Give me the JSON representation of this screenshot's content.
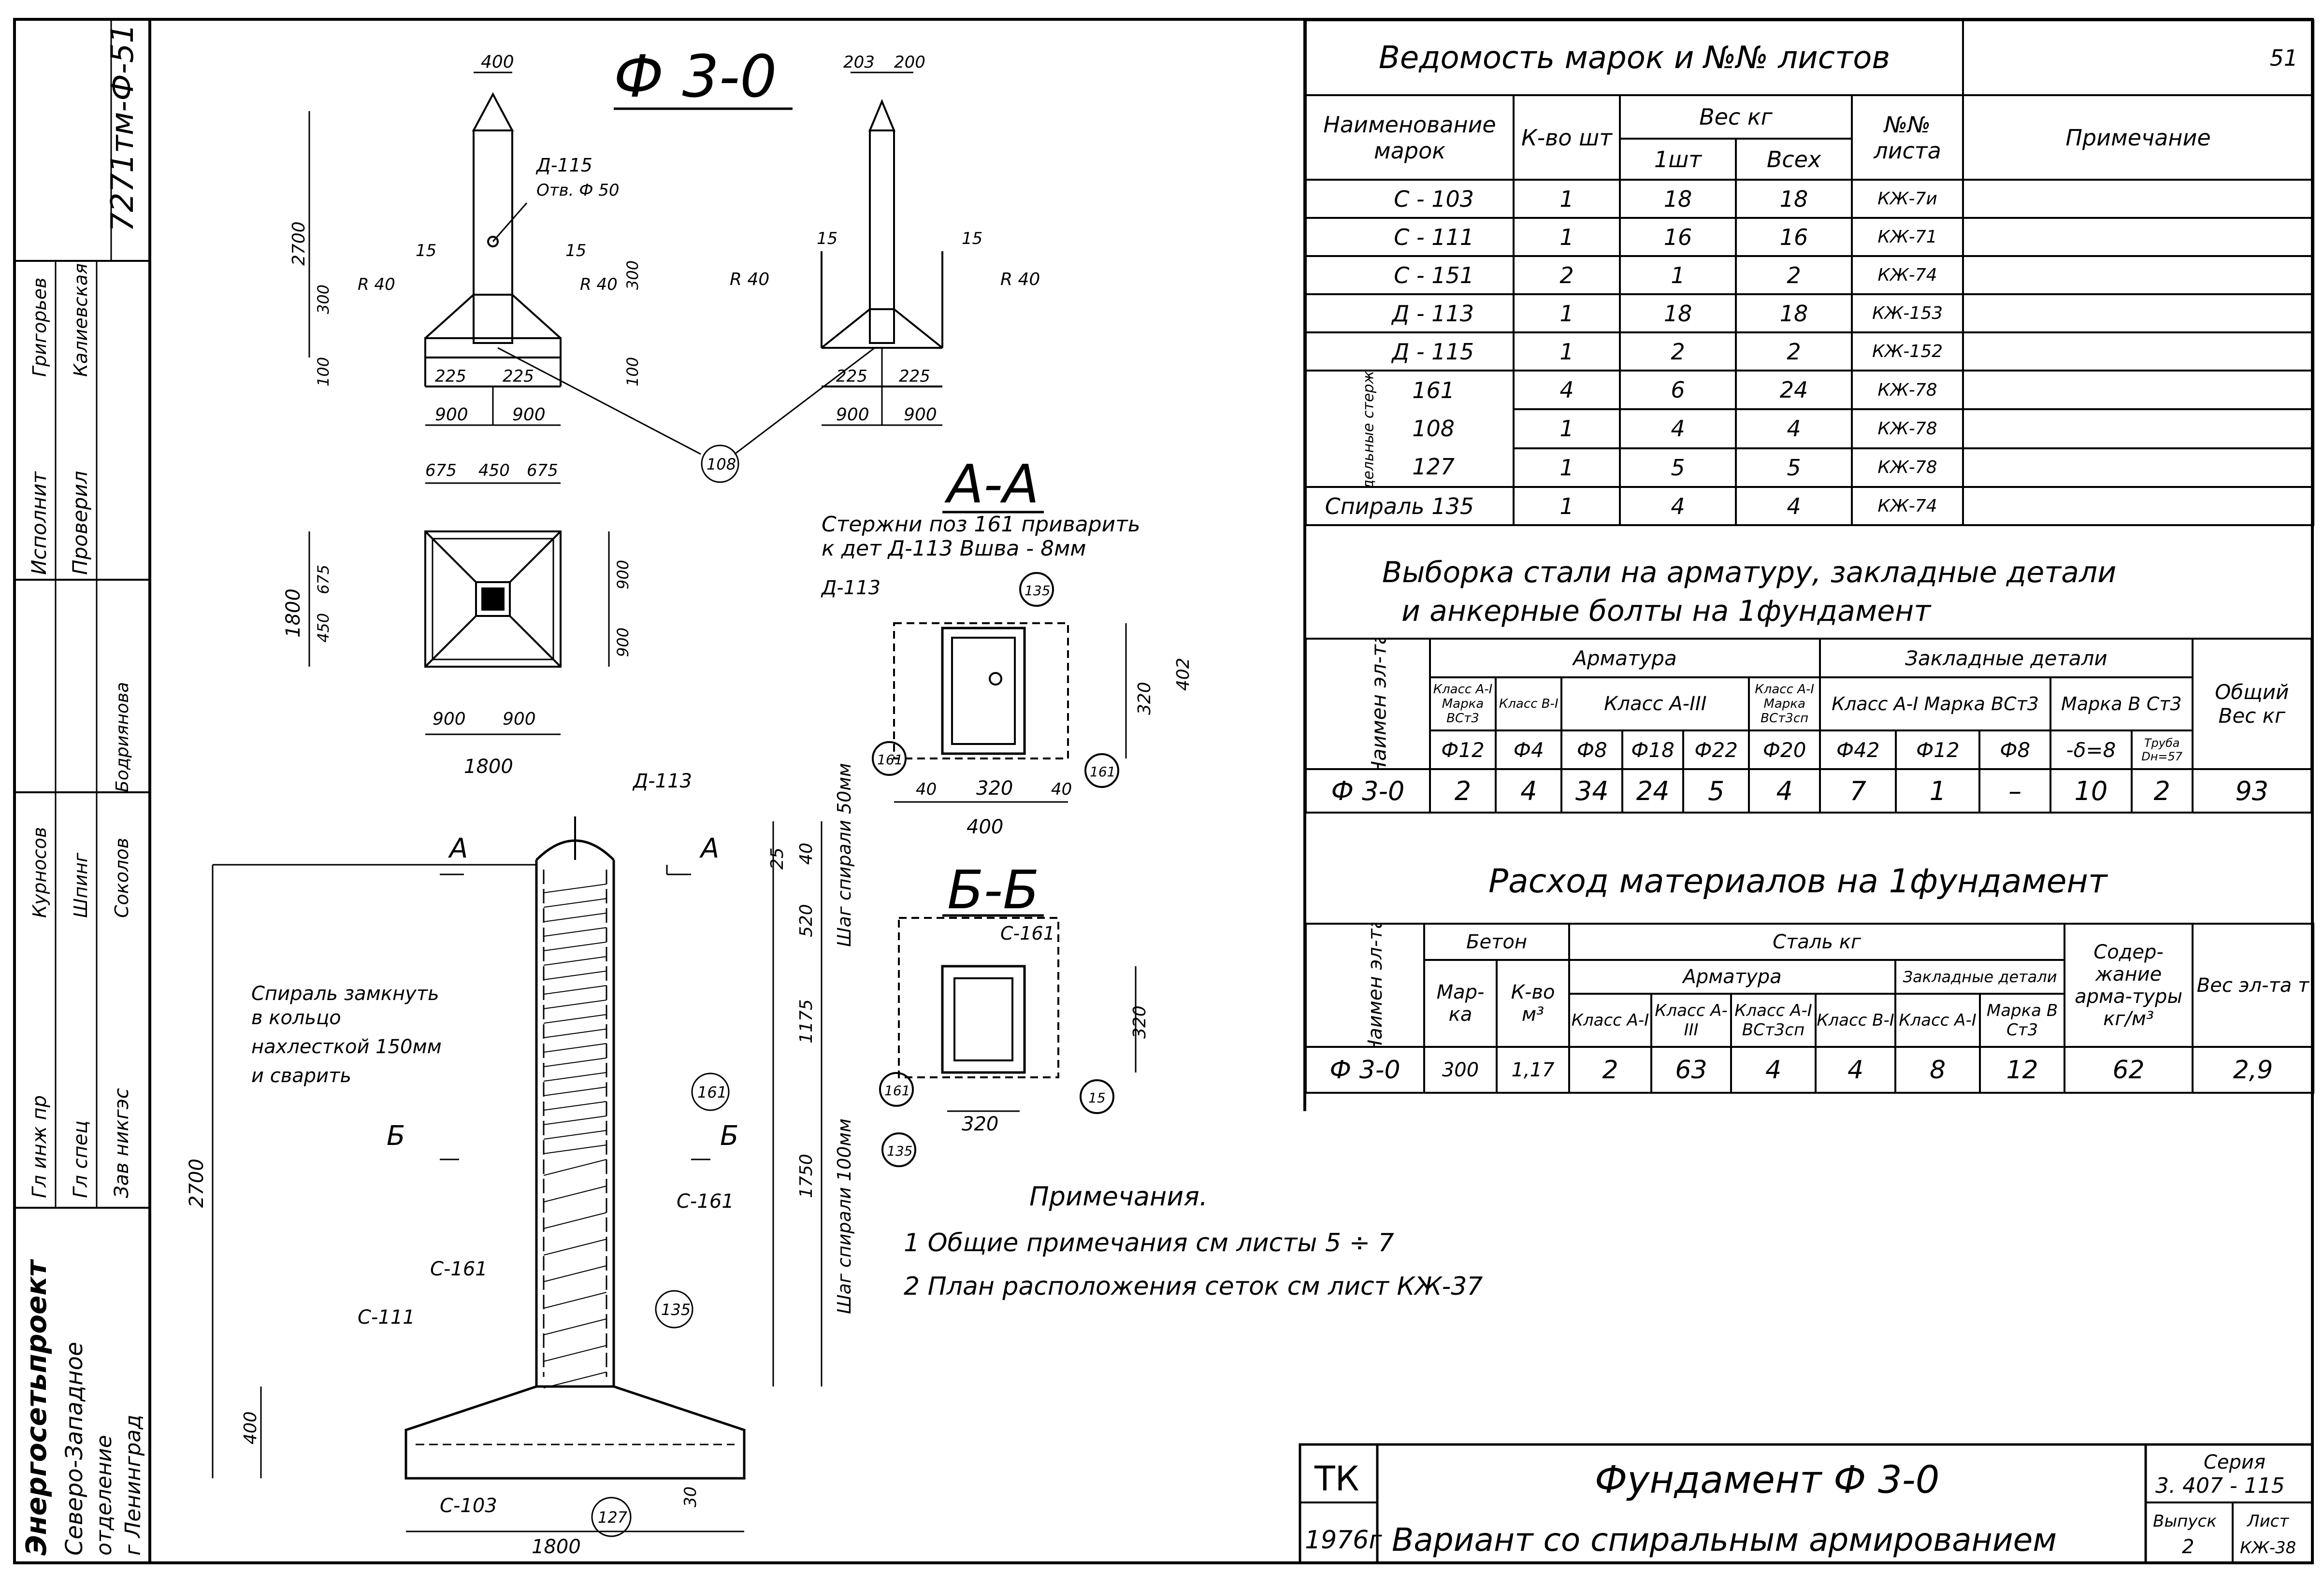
{
  "sheet_number": "51",
  "doc_code": "7271тм-Ф-51",
  "main_title": "Ф 3-0",
  "stamp_org": [
    "Энергосетьпроект",
    "Северо-Западное",
    "отделение",
    "г Ленинград"
  ],
  "stamp_roles": [
    "Исполнит",
    "Проверил",
    "Гл инж пр",
    "Гл спец",
    "Зав никгэс"
  ],
  "stamp_names": [
    "Григорьев",
    "Калиевская",
    "Курносов",
    "Шпинг",
    "Соколов",
    "Бодриянова"
  ],
  "marks_table": {
    "title": "Ведомость марок и №№ листов",
    "col_name": "Наименование марок",
    "col_qty": "К-во шт",
    "col_weight": "Вес кг",
    "col_w1": "1шт",
    "col_wall": "Всех",
    "col_sheet": "№№ листа",
    "col_note": "Примечание",
    "group_label": "Отдельные стержни",
    "rows": [
      {
        "name": "С - 103",
        "qty": "1",
        "w1": "18",
        "wall": "18",
        "sheet": "КЖ-7и"
      },
      {
        "name": "С - 111",
        "qty": "1",
        "w1": "16",
        "wall": "16",
        "sheet": "КЖ-71"
      },
      {
        "name": "С - 151",
        "qty": "2",
        "w1": "1",
        "wall": "2",
        "sheet": "КЖ-74"
      },
      {
        "name": "Д - 113",
        "qty": "1",
        "w1": "18",
        "wall": "18",
        "sheet": "КЖ-153"
      },
      {
        "name": "Д - 115",
        "qty": "1",
        "w1": "2",
        "wall": "2",
        "sheet": "КЖ-152"
      },
      {
        "name": "161",
        "qty": "4",
        "w1": "6",
        "wall": "24",
        "sheet": "КЖ-78"
      },
      {
        "name": "108",
        "qty": "1",
        "w1": "4",
        "wall": "4",
        "sheet": "КЖ-78"
      },
      {
        "name": "127",
        "qty": "1",
        "w1": "5",
        "wall": "5",
        "sheet": "КЖ-78"
      },
      {
        "name": "Спираль 135",
        "qty": "1",
        "w1": "4",
        "wall": "4",
        "sheet": "КЖ-74"
      }
    ]
  },
  "steel_table": {
    "title1": "Выборка стали на арматуру, закладные детали",
    "title2": "и анкерные болты на 1фундамент",
    "col_name": "Наимен эл-та",
    "h_armatura": "Арматура",
    "h_zakl": "Закладные детали",
    "h_total": "Общий Вес кг",
    "h_cls1": "Класс А-I Марка ВСт3",
    "h_cls2": "Класс В-I",
    "h_cls3": "Класс А-III",
    "h_cls4": "Класс А-I Марка ВСт3сп",
    "h_zcls": "Класс А-I Марка ВСт3",
    "h_zmark": "Марка В Ст3",
    "diam": [
      "Ф12",
      "Ф4",
      "Ф8",
      "Ф18",
      "Ф22",
      "Ф20",
      "Ф42",
      "Ф12",
      "Ф8",
      "-δ=8",
      "Труба Dн=57"
    ],
    "row": {
      "name": "Ф 3-0",
      "vals": [
        "2",
        "4",
        "34",
        "24",
        "5",
        "4",
        "7",
        "1",
        "–",
        "10",
        "2"
      ],
      "total": "93"
    }
  },
  "mat_table": {
    "title": "Расход материалов на 1фундамент",
    "col_name": "Наимен эл-та",
    "h_beton": "Бетон",
    "h_mark": "Мар-ка",
    "h_vol": "К-во м³",
    "h_steel": "Сталь кг",
    "h_arm": "Арматура",
    "h_zakl": "Закладные детали",
    "h_c1": "Класс А-I",
    "h_c2": "Класс А-III",
    "h_c3": "Класс А-I ВСт3сп",
    "h_c4": "Класс В-I",
    "h_c5": "Класс А-I",
    "h_c6": "Марка В Ст3",
    "h_content": "Содер-жание арма-туры кг/м³",
    "h_weight": "Вес эл-та т",
    "row": {
      "name": "Ф 3-0",
      "vals": [
        "300",
        "1,17",
        "2",
        "63",
        "4",
        "4",
        "8",
        "12",
        "62",
        "2,9"
      ]
    }
  },
  "section_aa": {
    "title": "А-А",
    "note1": "Стержни поз 161 приварить",
    "note2": "к дет Д-113   Вшва - 8мм"
  },
  "section_bb": {
    "title": "Б-Б"
  },
  "notes": {
    "heading": "Примечания.",
    "items": [
      "1  Общие примечания  см листы  5 ÷ 7",
      "2  План  расположения  сеток см лист  КЖ-37"
    ]
  },
  "spiral_note": [
    "Спираль замкнуть",
    "в кольцо",
    "нахлесткой 150мм",
    "и сварить"
  ],
  "pitch_50": "Шаг спирали 50мм",
  "pitch_100": "Шаг спирали 100мм",
  "labels": {
    "d115": "Д-115",
    "otv": "Отв. Ф 50",
    "d113": "Д-113",
    "c161": "С-161",
    "c111": "С-111",
    "c103": "С-103",
    "r40": "R 40",
    "p108": "108",
    "p161": "161",
    "p135": "135",
    "p127": "127",
    "p15": "15",
    "a": "А",
    "b": "Б"
  },
  "dims": {
    "d400": "400",
    "d2700": "2700",
    "d15": "15",
    "d300": "300",
    "d100": "100",
    "d225": "225",
    "d900": "900",
    "d1800": "1800",
    "d675": "675",
    "d450": "450",
    "d203": "203",
    "d200": "200",
    "d320": "320",
    "d40": "40",
    "d25": "25",
    "d520": "520",
    "d1175": "1175",
    "d1750": "1750",
    "d30": "30",
    "d402": "402"
  },
  "titleblock": {
    "tk": "ТК",
    "year": "1976г",
    "name": "Фундамент Ф 3-0",
    "desc": "Вариант со спиральным армированием",
    "series_label": "Серия",
    "series": "3. 407 - 115",
    "issue_label": "Выпуск",
    "issue": "2",
    "sheet_label": "Лист",
    "sheet": "КЖ-38"
  }
}
